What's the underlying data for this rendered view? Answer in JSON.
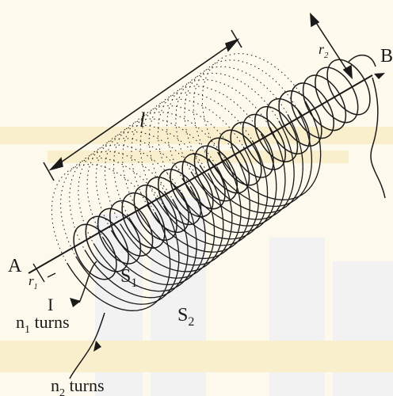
{
  "labels": {
    "length": "l",
    "outer_radius": "r",
    "outer_radius_sub": "2",
    "inner_radius": "r",
    "inner_radius_sub": "1",
    "end_a": "A",
    "end_b": "B",
    "current": "I",
    "inner_solenoid": "S",
    "inner_solenoid_sub": "1",
    "outer_solenoid": "S",
    "outer_solenoid_sub": "2",
    "inner_turns": "n",
    "inner_turns_sub": "1",
    "inner_turns_word": "turns",
    "outer_turns": "n",
    "outer_turns_sub": "2",
    "outer_turns_word": "turns"
  },
  "colors": {
    "line": "#1a1a1a",
    "watermark_yellow": "#f3d27a",
    "watermark_gray": "#d2d2d2"
  }
}
